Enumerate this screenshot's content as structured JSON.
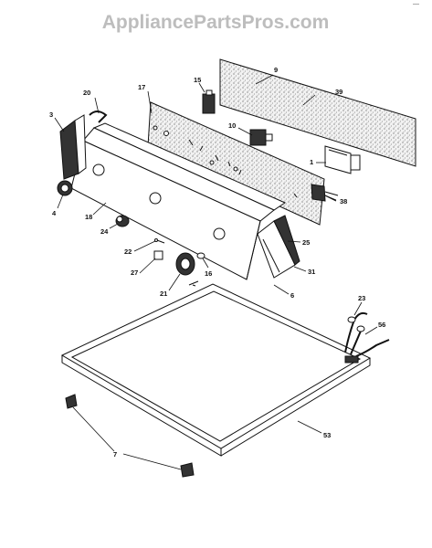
{
  "watermark": "AppliancePartsPros.com",
  "corner_fragment": "—",
  "callouts": {
    "c9": "9",
    "c39": "39",
    "c20": "20",
    "c17": "17",
    "c15": "15",
    "c3": "3",
    "c10": "10",
    "c1": "1",
    "c38": "38",
    "c4": "4",
    "c18": "18",
    "c24": "24",
    "c25": "25",
    "c22": "22",
    "c27": "27",
    "c16": "16",
    "c31": "31",
    "c21": "21",
    "c6": "6",
    "c23": "23",
    "c56": "56",
    "c53": "53",
    "c7": "7"
  },
  "colors": {
    "line": "#111111",
    "watermark": "#bdbdbd",
    "background": "#ffffff"
  }
}
